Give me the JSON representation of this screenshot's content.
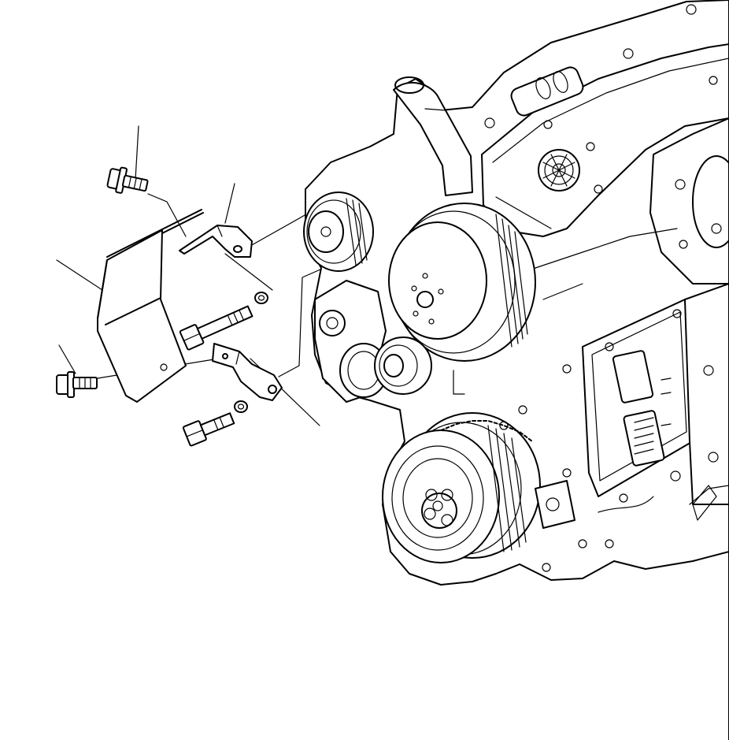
{
  "diagram": {
    "background": "#ffffff",
    "ink": "#000000",
    "parts": [
      {
        "id": "upper-flange-bolt",
        "kind": "bolt"
      },
      {
        "id": "upper-bracket",
        "kind": "bracket"
      },
      {
        "id": "belt-guard-cover",
        "kind": "cover"
      },
      {
        "id": "lower-flange-bolt",
        "kind": "bolt"
      },
      {
        "id": "lower-bracket",
        "kind": "bracket"
      },
      {
        "id": "upper-hex-bolt",
        "kind": "bolt"
      },
      {
        "id": "upper-washer",
        "kind": "washer"
      },
      {
        "id": "lower-hex-bolt",
        "kind": "bolt"
      },
      {
        "id": "lower-washer",
        "kind": "washer"
      },
      {
        "id": "engine-assembly",
        "kind": "assembly"
      }
    ]
  }
}
